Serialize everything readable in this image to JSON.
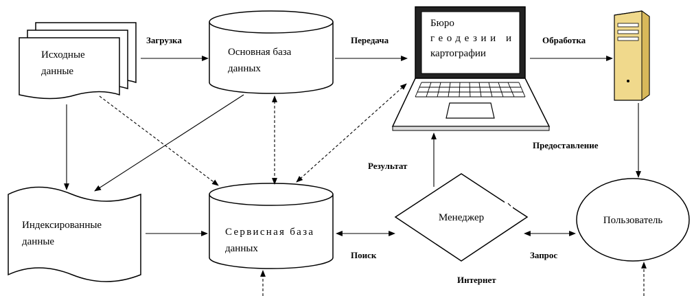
{
  "nodes": {
    "source_data": {
      "line1": "Исходные",
      "line2": "данные"
    },
    "main_db": {
      "line1": "Основная база",
      "line2": "данных"
    },
    "bureau": {
      "line1": "Бюро",
      "line2": "геодезии и",
      "line3": "картографии"
    },
    "indexed_data": {
      "line1": "Индексированные",
      "line2": "данные"
    },
    "service_db": {
      "line1": "Сервисная база",
      "line2": "данных"
    },
    "manager": {
      "label": "Менеджер"
    },
    "user": {
      "label": "Пользователь"
    }
  },
  "edges": {
    "upload": "Загрузка",
    "transfer": "Передача",
    "processing": "Обработка",
    "provision": "Предоставление",
    "result": "Результат",
    "search": "Поиск",
    "request": "Запрос",
    "internet": "Интернет"
  }
}
